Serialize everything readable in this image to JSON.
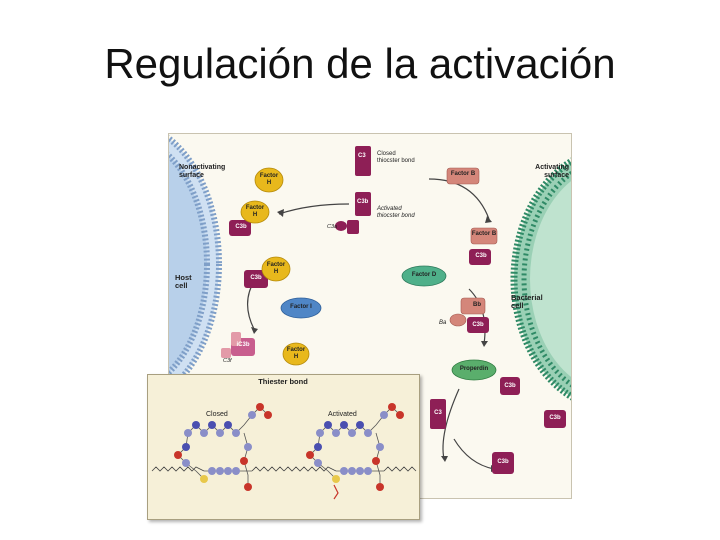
{
  "slide": {
    "title": "Regulación de la activación"
  },
  "diagram": {
    "nonactivating_surface": "Nonactivating surface",
    "activating_surface": "Activating surface",
    "host_cell": "Host cell",
    "bacterial_cell": "Bacterial cell",
    "c3": "C3",
    "closed_bond": "Closed thiocster bond",
    "c3b": "C3b",
    "c3a": "C3a",
    "activated_bond": "Activated thiocster bond",
    "factor_b": "Factor B",
    "factor_h": "Factor H",
    "factor_d": "Factor D",
    "factor_i": "Factor I",
    "bb": "Bb",
    "ba": "Ba",
    "properdin": "Properdin",
    "ic3b": "iC3b",
    "c3f": "C3f"
  },
  "inset": {
    "title": "Thiester bond",
    "closed": "Closed",
    "activated": "Activated"
  },
  "colors": {
    "host_membrane": "#9bb6d8",
    "bacterial_membrane": "#3d9a78",
    "factor_h": "#e8b81c",
    "c3": "#8e1f56",
    "factor_b": "#d4867a",
    "factor_d": "#4fb08a",
    "factor_i": "#4f86c6",
    "properdin": "#5aae6c"
  }
}
